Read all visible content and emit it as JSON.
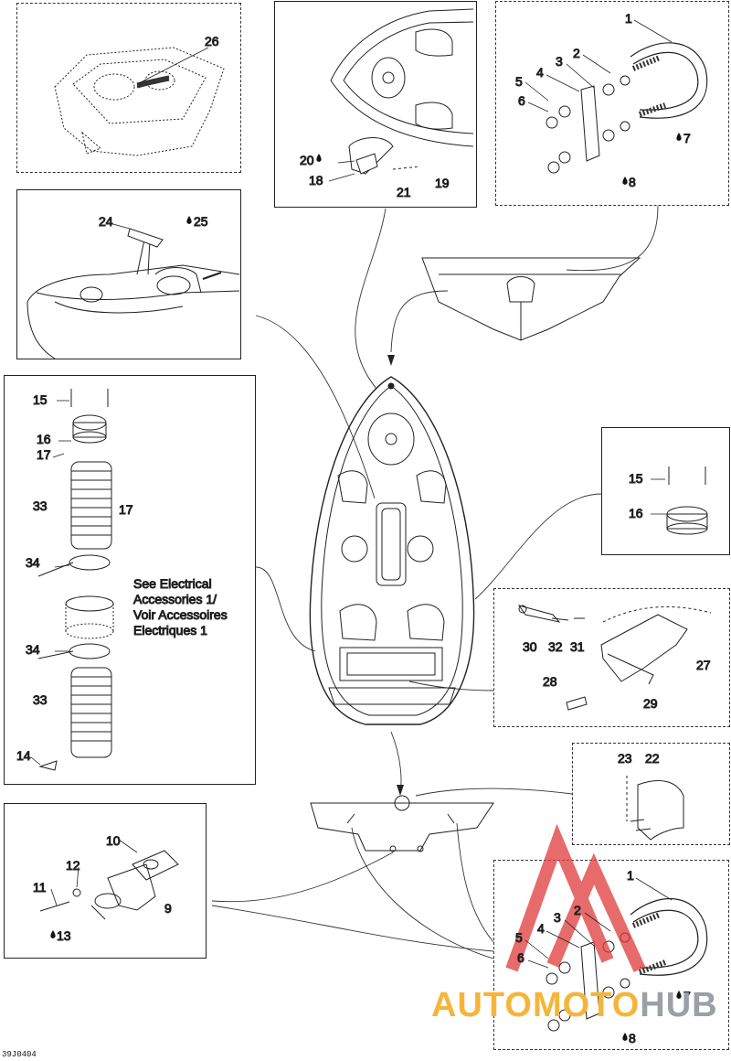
{
  "callouts": {
    "p26": "26",
    "p24": "24",
    "p25": "25",
    "p20": "20",
    "p18": "18",
    "p19": "19",
    "p21": "21",
    "top_right": [
      "1",
      "2",
      "3",
      "4",
      "5",
      "6",
      "7",
      "8"
    ],
    "left": [
      "15",
      "16",
      "17",
      "33",
      "17",
      "34",
      "34",
      "33",
      "14"
    ],
    "mid_right": [
      "15",
      "16"
    ],
    "fuel": [
      "30",
      "32",
      "31",
      "27",
      "28",
      "29"
    ],
    "bracket": [
      "23",
      "22"
    ],
    "drain": [
      "10",
      "12",
      "11",
      "9",
      "13"
    ],
    "bottom_right": [
      "1",
      "2",
      "3",
      "4",
      "5",
      "6",
      "7",
      "8"
    ]
  },
  "note": {
    "line1": "See Electrical",
    "line2": "Accessories 1/",
    "line3": "Voir Accessoires",
    "line4": "Electriques 1"
  },
  "drawing_code": "39J0404",
  "watermark": {
    "part1": "AUTOMOTO",
    "part2": "HUB",
    "color1": "#f5b53a",
    "color2": "#9aa0a6",
    "logo_color": "#e03a3a"
  }
}
